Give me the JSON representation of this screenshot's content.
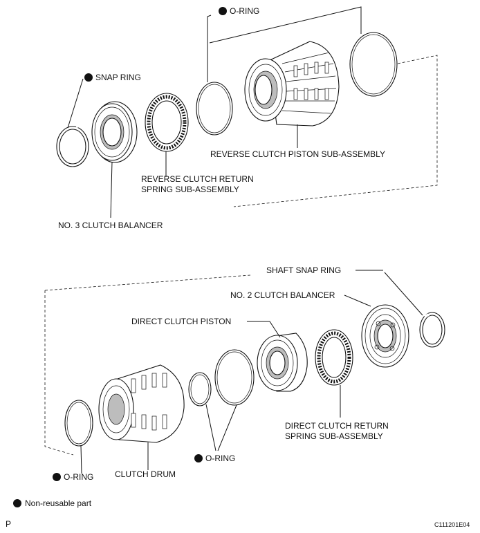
{
  "labels": {
    "top_oring": "O-RING",
    "snap_ring": "SNAP RING",
    "reverse_piston": "REVERSE CLUTCH PISTON SUB-ASSEMBLY",
    "reverse_return_1": "REVERSE CLUTCH RETURN",
    "reverse_return_2": "SPRING SUB-ASSEMBLY",
    "no3_balancer": "NO. 3 CLUTCH BALANCER",
    "shaft_snap_ring": "SHAFT SNAP RING",
    "no2_balancer": "NO. 2 CLUTCH BALANCER",
    "direct_piston": "DIRECT CLUTCH PISTON",
    "direct_return_1": "DIRECT CLUTCH RETURN",
    "direct_return_2": "SPRING SUB-ASSEMBLY",
    "bottom_oring_mid": "O-RING",
    "bottom_oring_left": "O-RING",
    "clutch_drum": "CLUTCH DRUM"
  },
  "legend": {
    "text": "Non-reusable part"
  },
  "footer": {
    "left": "P",
    "right": "C111201E04"
  }
}
